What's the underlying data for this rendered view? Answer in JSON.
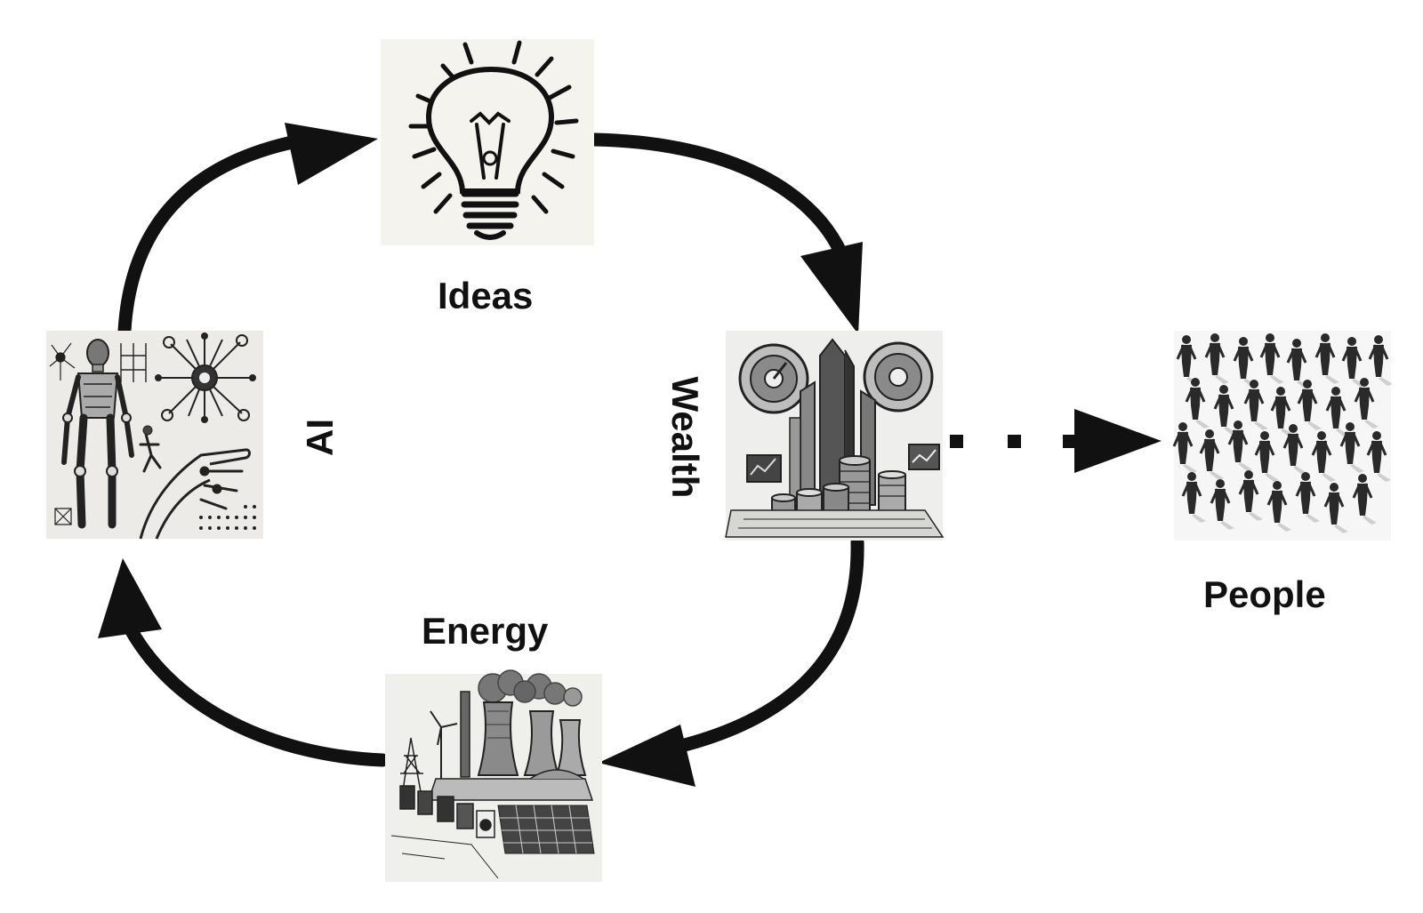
{
  "diagram": {
    "nodes": {
      "ideas": {
        "label": "Ideas",
        "icon": "lightbulb-icon"
      },
      "wealth": {
        "label": "Wealth",
        "icon": "city-coins-icon"
      },
      "energy": {
        "label": "Energy",
        "icon": "power-plant-icon"
      },
      "ai": {
        "label": "AI",
        "icon": "robot-circuit-icon"
      },
      "people": {
        "label": "People",
        "icon": "crowd-icon"
      }
    },
    "edges": [
      {
        "from": "AI",
        "to": "Ideas",
        "style": "solid"
      },
      {
        "from": "Ideas",
        "to": "Wealth",
        "style": "solid"
      },
      {
        "from": "Wealth",
        "to": "Energy",
        "style": "solid"
      },
      {
        "from": "Energy",
        "to": "AI",
        "style": "solid"
      },
      {
        "from": "Wealth",
        "to": "People",
        "style": "dotted"
      }
    ],
    "colors": {
      "ink": "#111111",
      "tile_bg": "#f4f3ee"
    }
  }
}
